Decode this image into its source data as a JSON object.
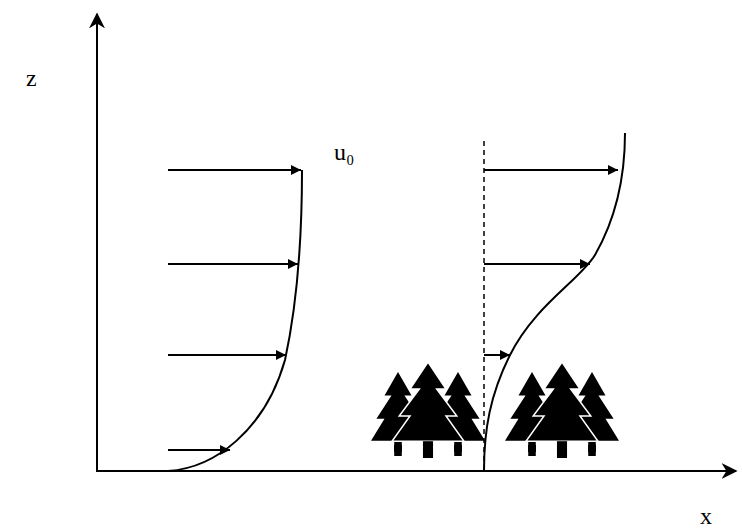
{
  "diagram": {
    "labels": [
      "z",
      "u₀",
      "x"
    ]
  }
}
